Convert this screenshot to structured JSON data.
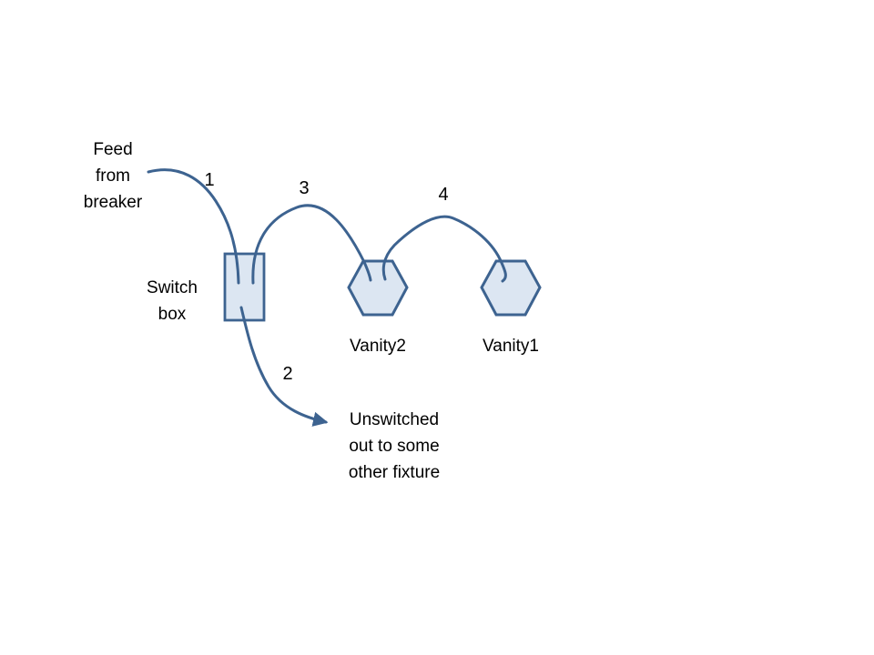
{
  "colors": {
    "stroke": "#3d6390",
    "shape_fill": "#dce6f2",
    "text": "#000000",
    "background": "#ffffff"
  },
  "nodes": {
    "feed": {
      "lines": [
        "Feed",
        "from",
        "breaker"
      ]
    },
    "switch_box": {
      "lines": [
        "Switch",
        "box"
      ]
    },
    "vanity2": {
      "label": "Vanity2"
    },
    "vanity1": {
      "label": "Vanity1"
    },
    "unswitched": {
      "lines": [
        "Unswitched",
        "out to some",
        "other fixture"
      ]
    }
  },
  "wires": [
    {
      "label": "1",
      "from": "feed from breaker",
      "to": "switch box"
    },
    {
      "label": "2",
      "from": "switch box",
      "to": "unswitched out to some other fixture"
    },
    {
      "label": "3",
      "from": "switch box",
      "to": "Vanity2"
    },
    {
      "label": "4",
      "from": "Vanity2",
      "to": "Vanity1"
    }
  ]
}
